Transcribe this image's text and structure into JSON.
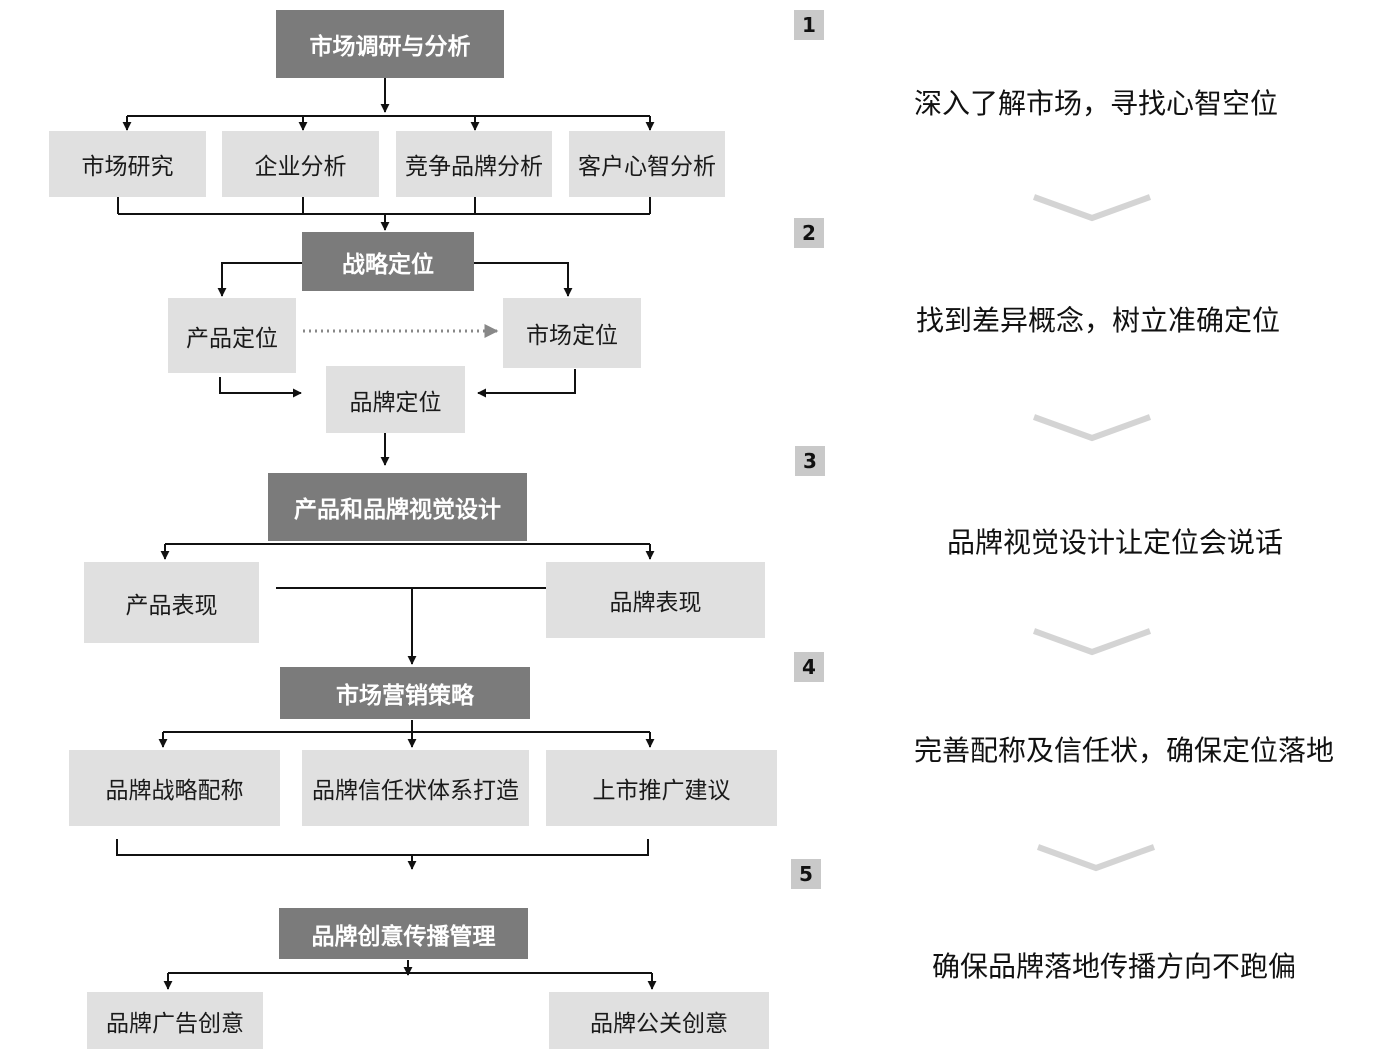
{
  "stage1": {
    "title": "市场调研与分析",
    "items": [
      "市场研究",
      "企业分析",
      "竞争品牌分析",
      "客户心智分析"
    ]
  },
  "stage2": {
    "title": "战略定位",
    "product_positioning": "产品定位",
    "market_positioning": "市场定位",
    "brand_positioning": "品牌定位"
  },
  "stage3": {
    "title": "产品和品牌视觉设计",
    "product_expression": "产品表现",
    "brand_expression": "品牌表现"
  },
  "stage4": {
    "title": "市场营销策略",
    "items": [
      "品牌战略配称",
      "品牌信任状体系打造",
      "上市推广建议"
    ]
  },
  "stage5": {
    "title": "品牌创意传播管理",
    "items": [
      "品牌广告创意",
      "品牌公关创意"
    ]
  },
  "steps": [
    {
      "number": "1",
      "text": "深入了解市场，寻找心智空位"
    },
    {
      "number": "2",
      "text": "找到差异概念，树立准确定位"
    },
    {
      "number": "3",
      "text": "品牌视觉设计让定位会说话"
    },
    {
      "number": "4",
      "text": "完善配称及信任状，确保定位落地"
    },
    {
      "number": "5",
      "text": "确保品牌落地传播方向不跑偏"
    }
  ],
  "colors": {
    "dark_box": "#7b7b7b",
    "light_box": "#e0e0e0",
    "number_box": "#c9c9c9",
    "chevron": "#d4d4d4",
    "line": "#111111"
  }
}
